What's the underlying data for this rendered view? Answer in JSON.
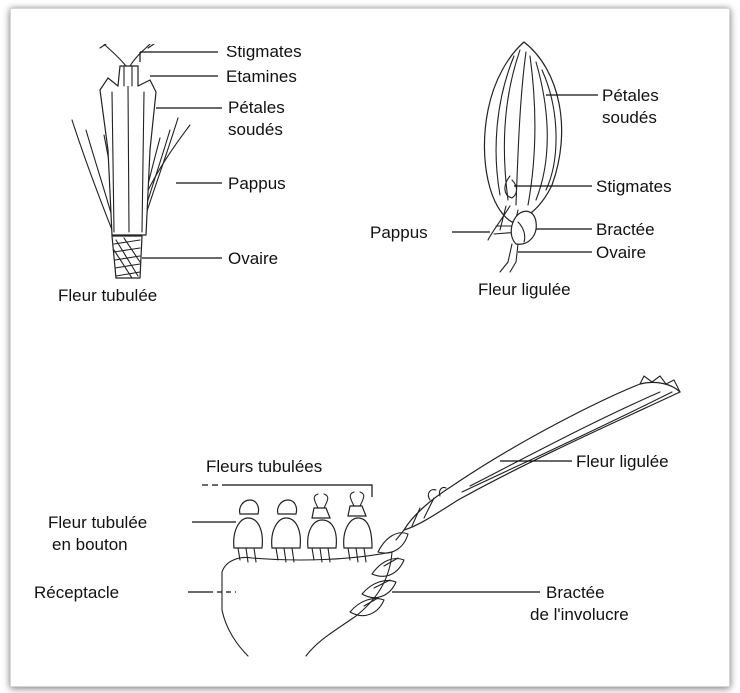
{
  "tubular_flower": {
    "caption": "Fleur tubulée",
    "labels": {
      "stigmates": "Stigmates",
      "etamines": "Etamines",
      "petales_line1": "Pétales",
      "petales_line2": "soudés",
      "pappus": "Pappus",
      "ovaire": "Ovaire"
    }
  },
  "ligulate_flower": {
    "caption": "Fleur ligulée",
    "labels": {
      "petales_line1": "Pétales",
      "petales_line2": "soudés",
      "stigmates": "Stigmates",
      "pappus": "Pappus",
      "bractee": "Bractée",
      "ovaire": "Ovaire"
    }
  },
  "capitulum": {
    "labels": {
      "fleurs_tubulees": "Fleurs tubulées",
      "fleur_ligulee": "Fleur ligulée",
      "bouton_line1": "Fleur tubulée",
      "bouton_line2": "en bouton",
      "receptacle": "Réceptacle",
      "bractee_line1": "Bractée",
      "bractee_line2": "de l'involucre"
    }
  }
}
